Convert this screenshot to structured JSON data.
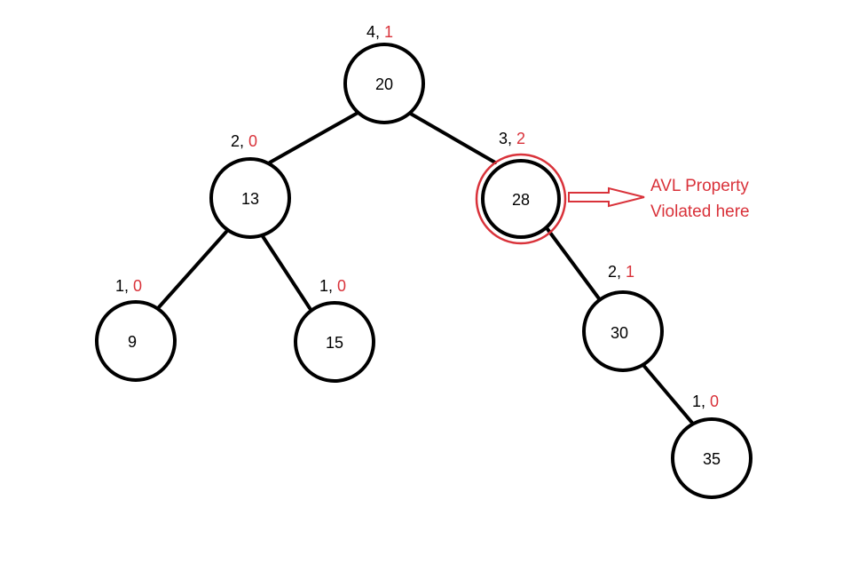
{
  "colors": {
    "ink": "#000000",
    "highlight": "#d9323a"
  },
  "nodes": {
    "n20": {
      "value": "20",
      "height": "4",
      "balance": "1"
    },
    "n13": {
      "value": "13",
      "height": "2",
      "balance": "0"
    },
    "n28": {
      "value": "28",
      "height": "3",
      "balance": "2"
    },
    "n9": {
      "value": "9",
      "height": "1",
      "balance": "0"
    },
    "n15": {
      "value": "15",
      "height": "1",
      "balance": "0"
    },
    "n30": {
      "value": "30",
      "height": "2",
      "balance": "1"
    },
    "n35": {
      "value": "35",
      "height": "1",
      "balance": "0"
    }
  },
  "edges": [
    {
      "from": "20",
      "to": "13"
    },
    {
      "from": "20",
      "to": "28"
    },
    {
      "from": "13",
      "to": "9"
    },
    {
      "from": "13",
      "to": "15"
    },
    {
      "from": "28",
      "to": "30"
    },
    {
      "from": "30",
      "to": "35"
    }
  ],
  "annotation": {
    "target": "28",
    "line1": "AVL Property",
    "line2": "Violated here"
  }
}
